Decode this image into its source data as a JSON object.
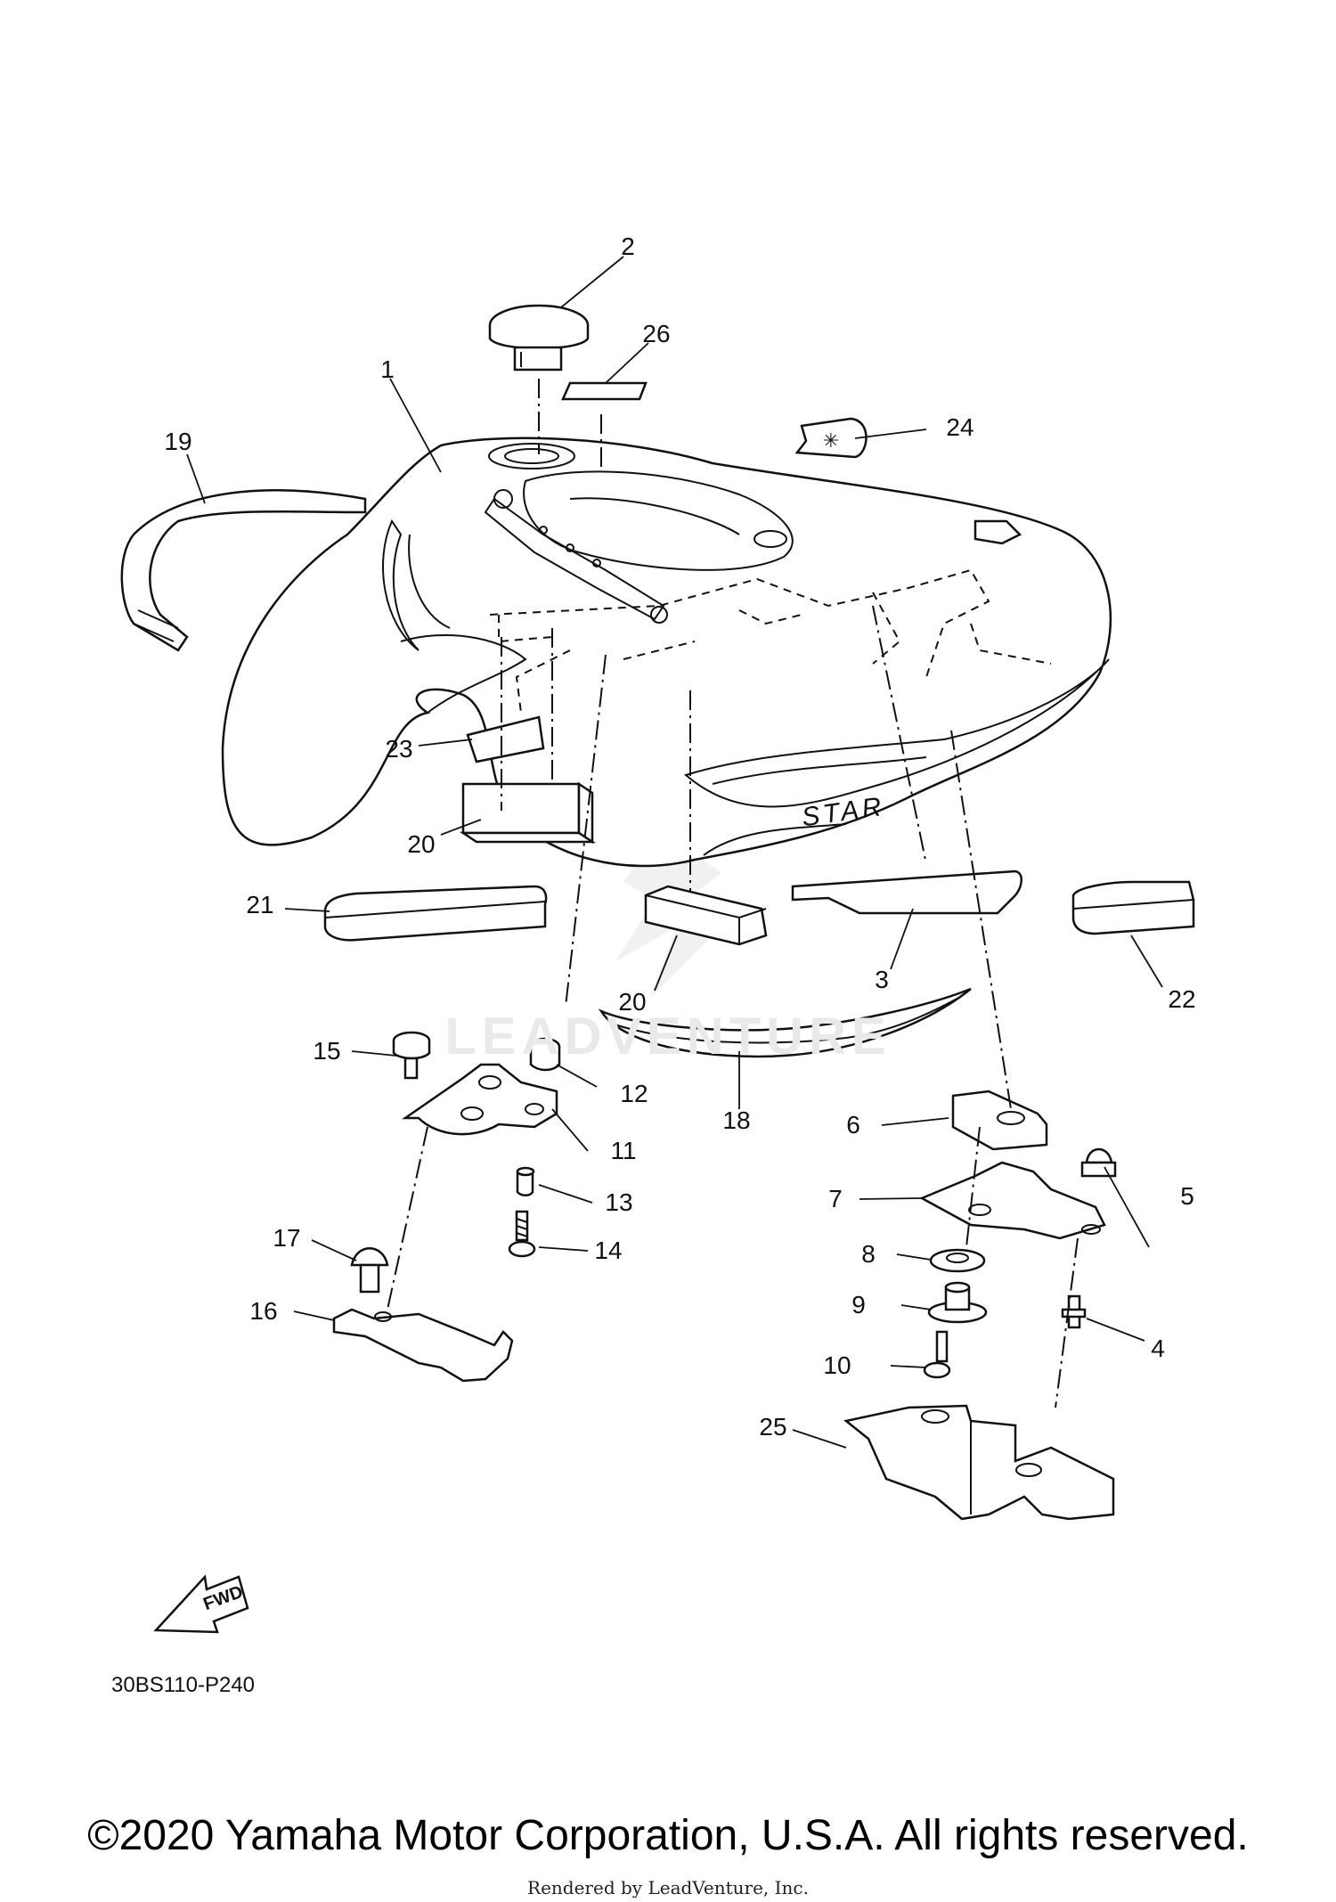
{
  "diagram": {
    "code": "30BS110-P240",
    "copyright": "©2020 Yamaha Motor Corporation, U.S.A. All rights reserved.",
    "rendered_by": "Rendered by LeadVenture, Inc.",
    "watermark": "LEADVENTURE",
    "tank_emblem_text": "STAR",
    "fwd_arrow_text": "FWD"
  },
  "callouts": {
    "c1": "1",
    "c2": "2",
    "c3": "3",
    "c4": "4",
    "c5": "5",
    "c6": "6",
    "c7": "7",
    "c8": "8",
    "c9": "9",
    "c10": "10",
    "c11": "11",
    "c12": "12",
    "c13": "13",
    "c14": "14",
    "c15": "15",
    "c16": "16",
    "c17": "17",
    "c18": "18",
    "c19": "19",
    "c20a": "20",
    "c20b": "20",
    "c21": "21",
    "c22": "22",
    "c23": "23",
    "c24": "24",
    "c25": "25",
    "c26": "26"
  }
}
